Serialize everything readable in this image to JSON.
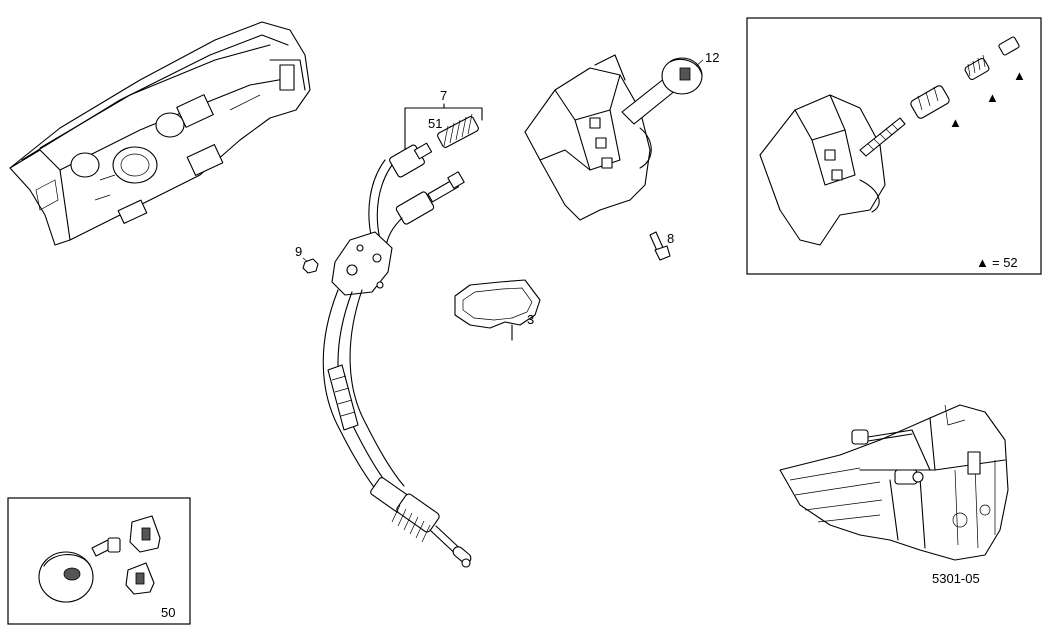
{
  "drawing_code": "5301-05",
  "callouts": {
    "p7": "7",
    "p51": "51",
    "p12": "12",
    "p9": "9",
    "p8": "8",
    "p3": "3",
    "p50": "50"
  },
  "legend": {
    "symbol": "▲",
    "text": "= 52"
  },
  "triangle_marker": "▲"
}
